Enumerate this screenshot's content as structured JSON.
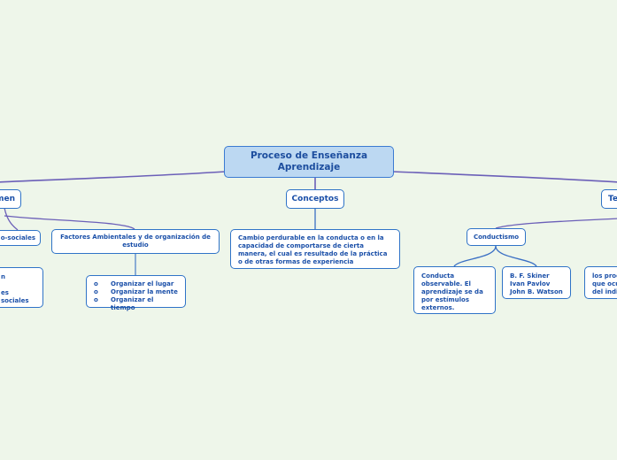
{
  "central_topic": "Proceso de Enseñanza\nAprendizaje",
  "left_branch": {
    "label": "men",
    "children": [
      {
        "label": "o-sociales"
      },
      {
        "label": "Factores Ambientales y de organización de estudio",
        "children": [
          {
            "items": [
              {
                "bullet": "o",
                "text": "Organizar el lugar"
              },
              {
                "bullet": "o",
                "text": "Organizar la mente"
              },
              {
                "bullet": "o",
                "text": "Organizar el tiempo"
              }
            ]
          }
        ]
      }
    ],
    "partial_box_text": "n\n\nes sociales"
  },
  "middle_branch": {
    "label": "Conceptos",
    "children": [
      {
        "label": "Cambio perdurable en la conducta o en la capacidad de comportarse de cierta manera, el cual es resultado de la práctica o de otras formas de experiencia"
      }
    ]
  },
  "right_branch": {
    "label": "Te",
    "children": [
      {
        "label": "Conductismo",
        "children": [
          {
            "label": "Conducta\nobservable. El\naprendizaje se da\npor estímulos\nexternos."
          },
          {
            "label": "B. F. Skiner\nIvan Pavlov\nJohn B. Watson"
          }
        ]
      }
    ],
    "partial_box_text": "los proc\nque ocu\ndel indi"
  },
  "colors": {
    "background": "#eef6ea",
    "central_fill": "#bcd8f2",
    "node_border": "#2f73c7",
    "text": "#1a4fa8",
    "main_link": "#6b5fb8",
    "sub_link": "#3a6fc4"
  }
}
